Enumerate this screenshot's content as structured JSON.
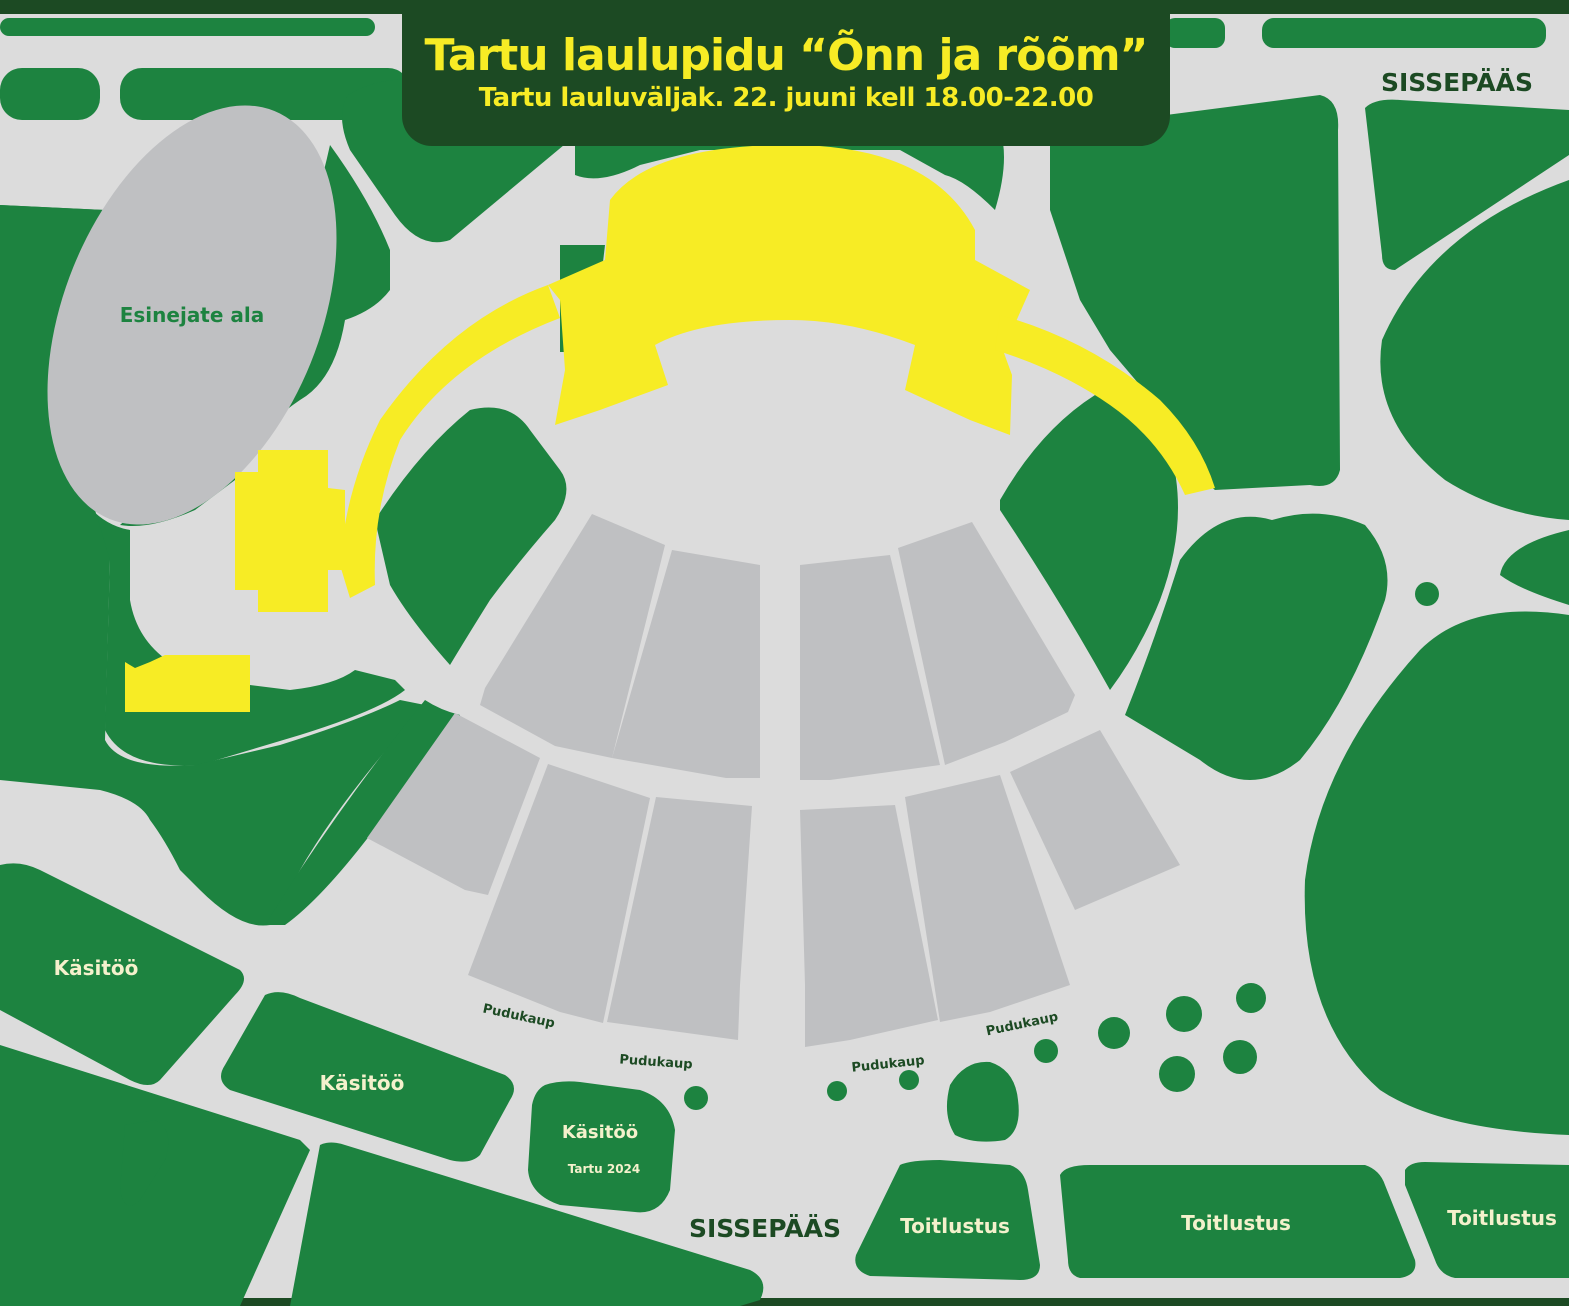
{
  "title": {
    "main": "Tartu laulupidu “Õnn ja rõõm”",
    "sub": "Tartu lauluväljak. 22. juuni kell 18.00-22.00"
  },
  "labels": {
    "performers_area": "Esinejate ala",
    "entrance_top": "SISSEPÄÄS",
    "entrance_bottom": "SISSEPÄÄS",
    "handicraft_1": "Käsitöö",
    "handicraft_2": "Käsitöö",
    "handicraft_3": "Käsitöö",
    "handicraft_3_sub": "Tartu 2024",
    "food_1": "Toitlustus",
    "food_2": "Toitlustus",
    "food_3": "Toitlustus",
    "candy_1": "Pudukaup",
    "candy_2": "Pudukaup",
    "candy_3": "Pudukaup",
    "candy_4": "Pudukaup"
  },
  "colors": {
    "park_green": "#1d8340",
    "path_gray": "#dcdcdc",
    "seating_gray": "#bfc0c2",
    "stage_yellow": "#f7ec25",
    "title_bg": "#1c4a23",
    "light_label": "#f4f1cc"
  }
}
